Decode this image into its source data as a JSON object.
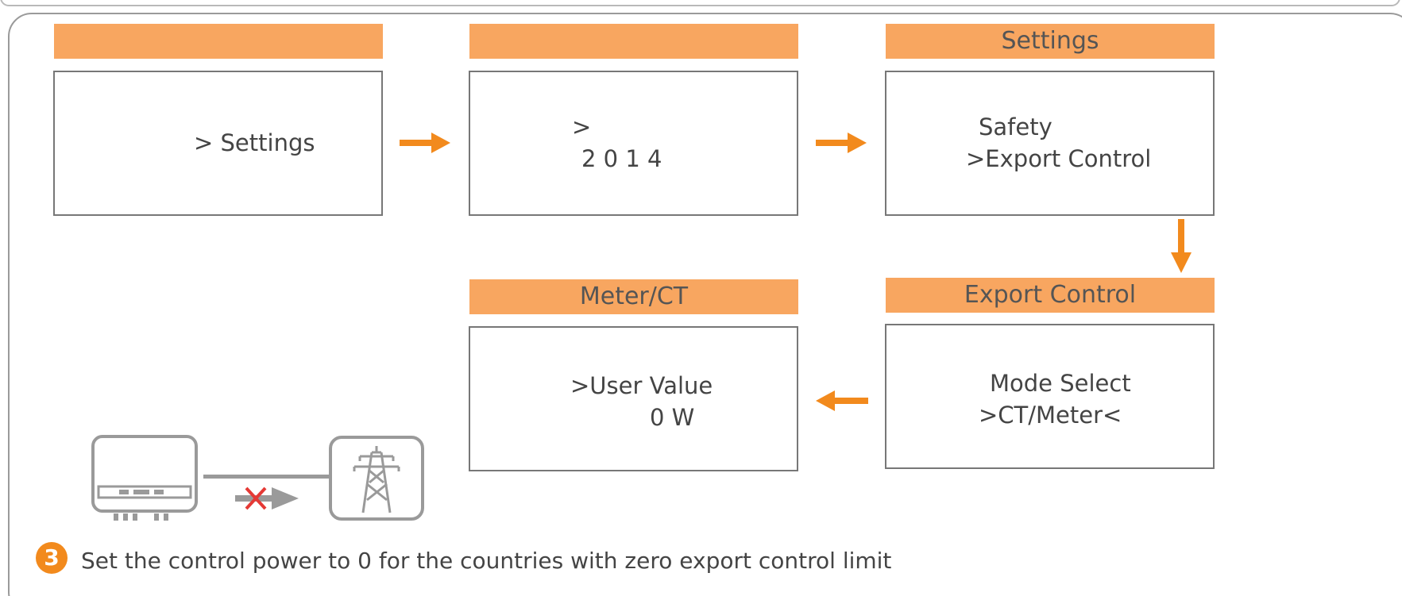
{
  "screens": {
    "menu": {
      "header": "",
      "lines": [
        "> Settings"
      ]
    },
    "password": {
      "header": "",
      "lines": [
        ">",
        "2 0 1 4"
      ]
    },
    "settings": {
      "header": "Settings",
      "lines": [
        "Safety",
        ">Export Control"
      ]
    },
    "export_control": {
      "header": "Export Control",
      "lines": [
        "Mode Select",
        ">CT/Meter<"
      ]
    },
    "meter_ct": {
      "header": "Meter/CT",
      "lines": [
        ">User Value",
        "0 W"
      ]
    }
  },
  "step": {
    "number": "3",
    "text": "Set the control power to 0 for the countries with zero export control limit"
  },
  "icons": [
    "inverter-icon",
    "blocked-arrow-icon",
    "grid-tower-icon"
  ],
  "colors": {
    "header": "#f8a660",
    "arrow": "#f28a1d",
    "badge": "#f28a1d",
    "cross": "#e53935"
  }
}
